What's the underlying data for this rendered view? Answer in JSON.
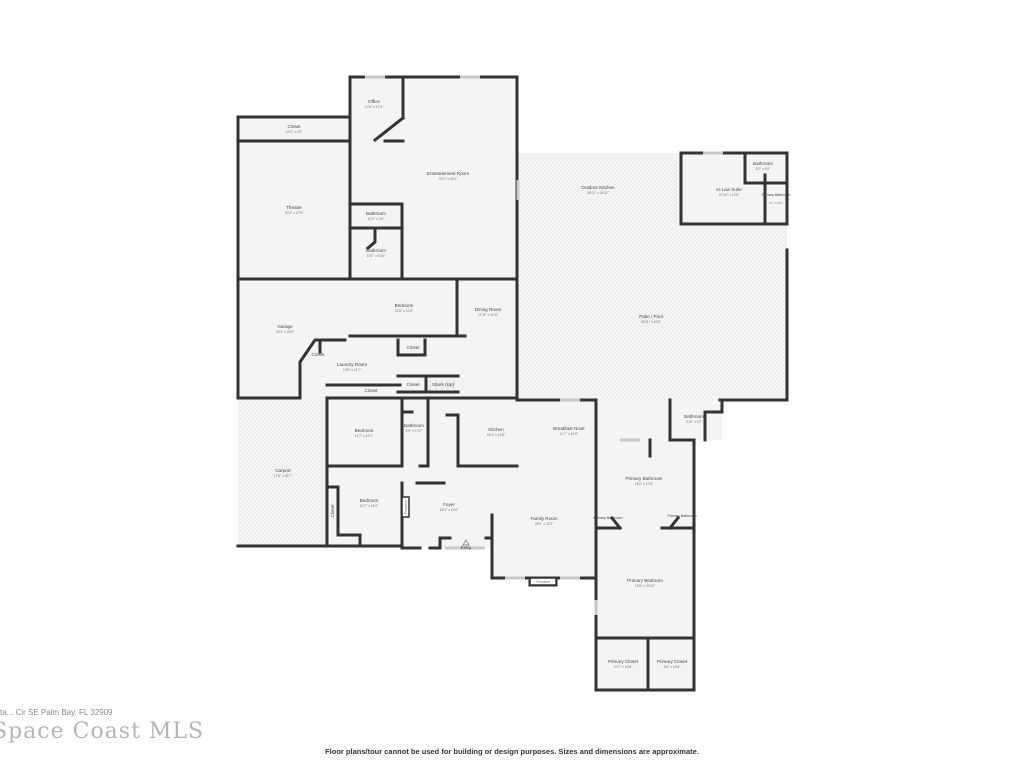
{
  "rooms": [
    {
      "name": "Office",
      "dims": "10'4\" x 12'3\""
    },
    {
      "name": "Closet",
      "dims": "22'2\" x 4'9\""
    },
    {
      "name": "Entertainment Room",
      "dims": "33'2\" x 40'2\""
    },
    {
      "name": "Theater",
      "dims": "20'3\" x 27'9\""
    },
    {
      "name": "Bathroom",
      "dims": "10'2\" x 4'8\""
    },
    {
      "name": "Bathroom",
      "dims": "10'2\" x 5'10\""
    },
    {
      "name": "Outdoor Kitchen",
      "dims": "38'11\" x 16'11\""
    },
    {
      "name": "In-Law Suite",
      "dims": "20'10\" x 12'8\""
    },
    {
      "name": "Bathroom",
      "dims": "8'2\" x 5'8\""
    },
    {
      "name": "Primary Bathroom",
      "dims": "6'1\" x 9'10\""
    },
    {
      "name": "Patio / Pool",
      "dims": "38'11\" x 42'8\""
    },
    {
      "name": "Garage",
      "dims": "20'2\" x 23'9\""
    },
    {
      "name": "Bedroom",
      "dims": "22'8\" x 11'8\""
    },
    {
      "name": "Dining Room",
      "dims": "11'11\" x 12'8\""
    },
    {
      "name": "Closet",
      "dims": ""
    },
    {
      "name": "Laundry Room",
      "dims": "10'6\" x 11'7\""
    },
    {
      "name": "Closet",
      "dims": ""
    },
    {
      "name": "Closet",
      "dims": ""
    },
    {
      "name": "Stairs (Up)",
      "dims": ""
    },
    {
      "name": "Closet",
      "dims": ""
    },
    {
      "name": "Bedroom",
      "dims": "14'7\" x 13'7\""
    },
    {
      "name": "Bathroom",
      "dims": "4'9\" x 13'2\""
    },
    {
      "name": "Kitchen",
      "dims": "16'1\" x 12'8\""
    },
    {
      "name": "Breakfast Nook",
      "dims": "11'7\" x 12'8\""
    },
    {
      "name": "Carport",
      "dims": "17'8\" x 28'7\""
    },
    {
      "name": "Bedroom",
      "dims": "14'7\" x 18'4\""
    },
    {
      "name": "Closet",
      "dims": ""
    },
    {
      "name": "Fireplace",
      "dims": ""
    },
    {
      "name": "Foyer",
      "dims": "16'1\" x 16'8\""
    },
    {
      "name": "Entry",
      "dims": ""
    },
    {
      "name": "Family Room",
      "dims": "28'5\" x 23'3\""
    },
    {
      "name": "Fireplace",
      "dims": ""
    },
    {
      "name": "Bathroom",
      "dims": "9'10\" x 8'7\""
    },
    {
      "name": "Primary Bathroom",
      "dims": "18'2\" x 17'8\""
    },
    {
      "name": "Primary Bathroom",
      "dims": ""
    },
    {
      "name": "Primary Bathroom",
      "dims": ""
    },
    {
      "name": "Primary Bedroom",
      "dims": "19'8\" x 20'10\""
    },
    {
      "name": "Primary Closet",
      "dims": "10'7\" x 10'8\""
    },
    {
      "name": "Primary Closet",
      "dims": "8'8\" x 10'8\""
    }
  ],
  "footer": {
    "disclaimer": "Floor plans/tour cannot be used for building or design purposes. Sizes and dimensions are approximate."
  },
  "watermark": {
    "logo": "Space Coast MLS",
    "address": "ta... Cir SE Palm Bay, FL 32909"
  },
  "colors": {
    "wall": "#333333",
    "floor": "#f4f4f4",
    "outdoor": "#ececec"
  }
}
